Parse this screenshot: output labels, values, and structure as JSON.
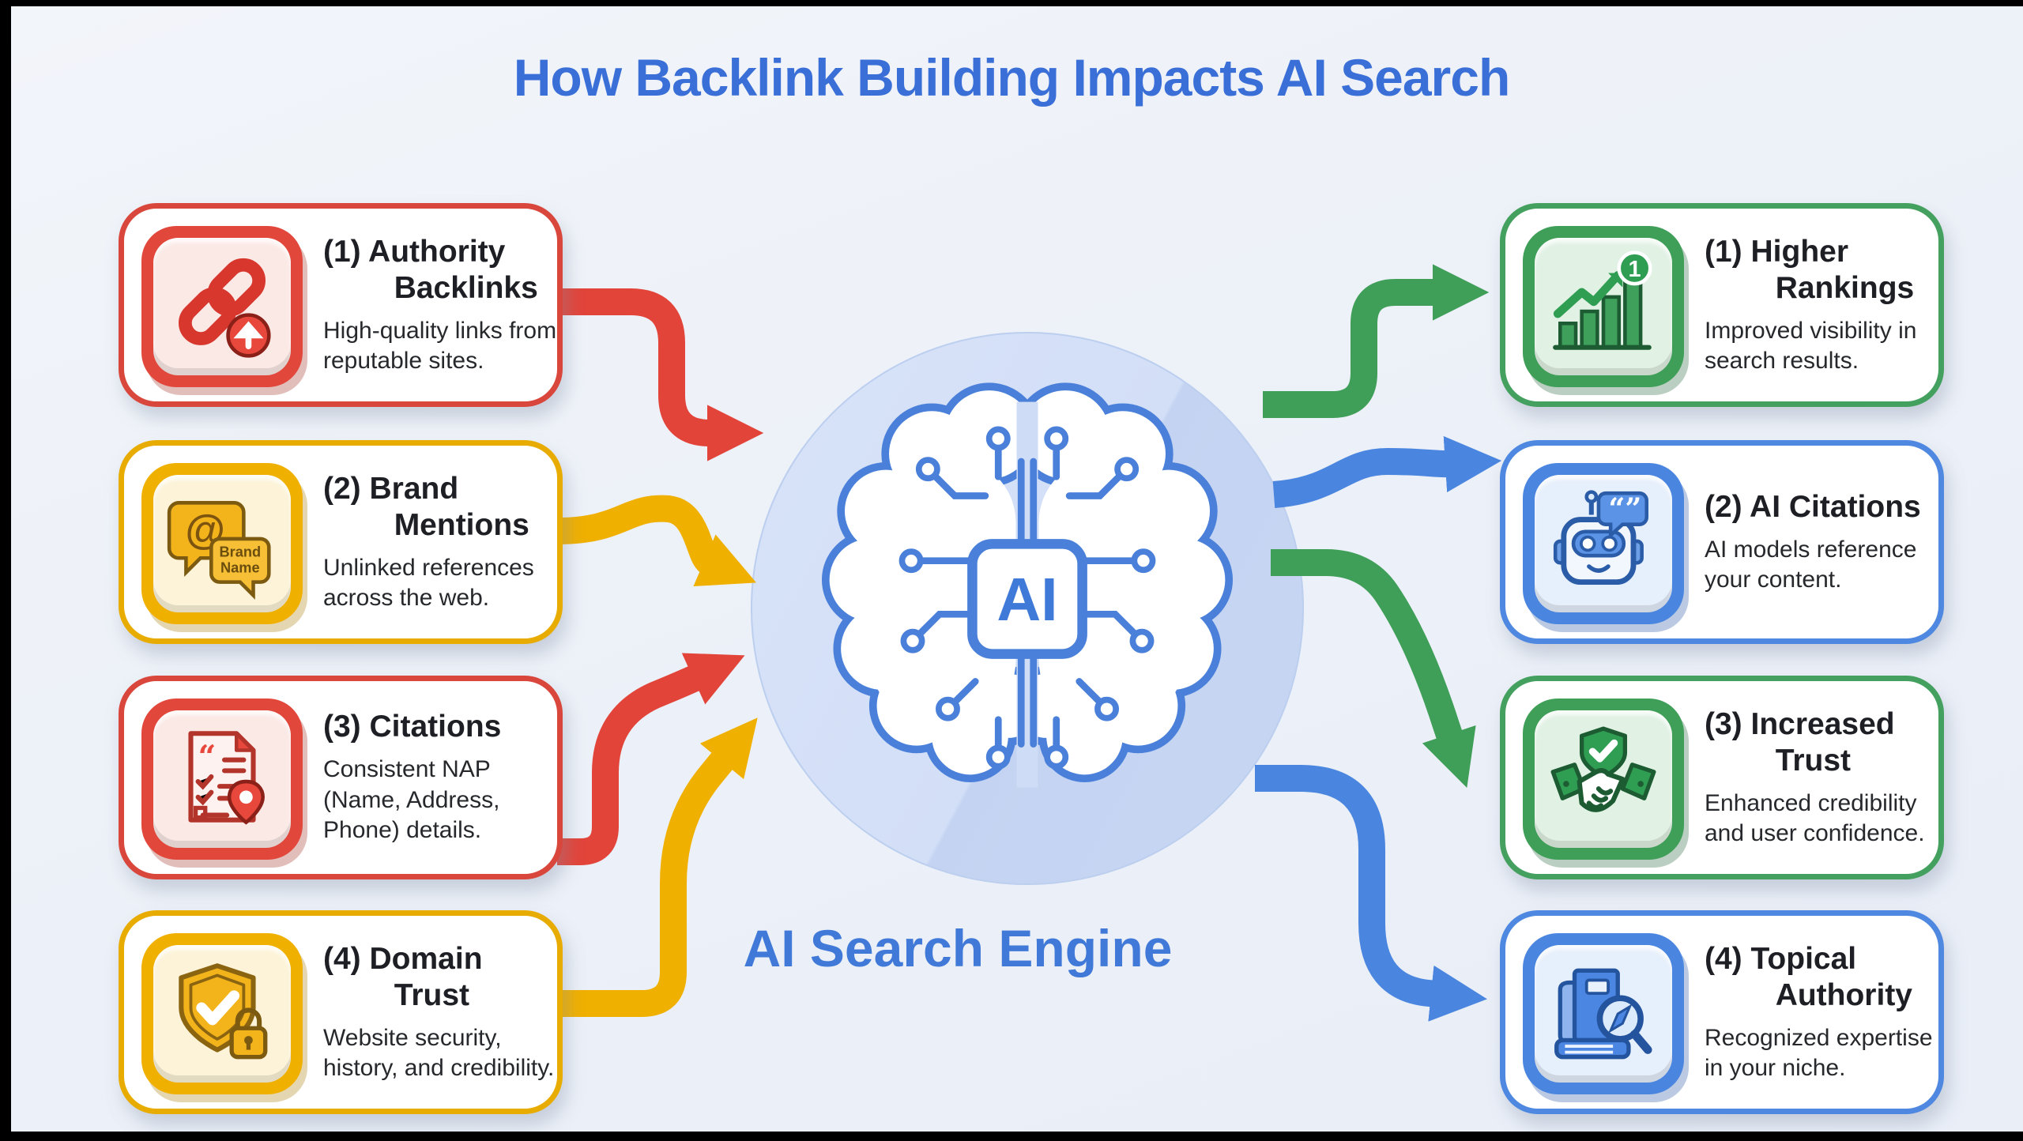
{
  "title": "How Backlink Building Impacts AI Search",
  "center": {
    "chip_label": "AI",
    "caption": "AI Search Engine",
    "icon": "circuit-brain-icon"
  },
  "colors": {
    "title_blue": "#3a6fd8",
    "red": "#e2443a",
    "yellow": "#f0b000",
    "green": "#3f9e57",
    "blue": "#4a86e0",
    "circle_fill": "#d3dff7"
  },
  "flow": {
    "left_arrow_colors": [
      "red",
      "yellow",
      "red",
      "yellow"
    ],
    "right_arrow_colors": [
      "green",
      "blue",
      "green",
      "blue"
    ]
  },
  "left_cards": [
    {
      "accent": "red",
      "icon": "chain-link-up-icon",
      "heading": "(1) Authority\nBacklinks",
      "body": "High-quality links from\nreputable sites."
    },
    {
      "accent": "yellow",
      "icon": "brand-mention-bubbles-icon",
      "icon_text": {
        "at": "@",
        "line1": "Brand",
        "line2": "Name"
      },
      "heading": "(2) Brand\nMentions",
      "body": "Unlinked references\nacross the web."
    },
    {
      "accent": "red",
      "icon": "citation-document-pin-icon",
      "heading": "(3) Citations",
      "body": "Consistent NAP\n(Name, Address,\nPhone) details."
    },
    {
      "accent": "yellow",
      "icon": "shield-check-lock-icon",
      "heading": "(4) Domain\nTrust",
      "body": "Website security,\nhistory, and credibility."
    }
  ],
  "right_cards": [
    {
      "accent": "green",
      "icon": "rising-bar-chart-icon",
      "badge": "1",
      "heading": "(1) Higher\nRankings",
      "body": "Improved visibility in\nsearch results."
    },
    {
      "accent": "blue",
      "icon": "robot-quote-icon",
      "heading": "(2) AI Citations",
      "body": "AI models reference\nyour content."
    },
    {
      "accent": "green",
      "icon": "handshake-shield-icon",
      "heading": "(3) Increased\nTrust",
      "body": "Enhanced credibility\nand user confidence."
    },
    {
      "accent": "blue",
      "icon": "books-magnifier-icon",
      "heading": "(4) Topical\nAuthority",
      "body": "Recognized expertise\nin your niche."
    }
  ]
}
